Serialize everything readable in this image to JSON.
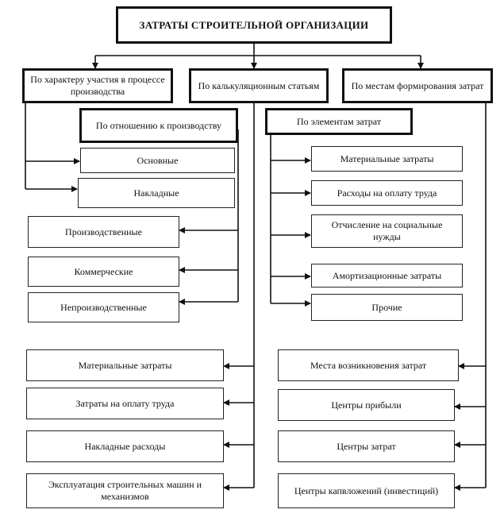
{
  "title": "ЗАТРАТЫ СТРОИТЕЛЬНОЙ ОРГАНИЗАЦИИ",
  "categories": {
    "participation": "По характеру  участия в процессе производства",
    "calculation": "По калькуляционным статьям",
    "formation_place": "По местам формирования затрат",
    "production_relation": "По отношению к производству",
    "cost_elements": "По элементам затрат"
  },
  "participation_items": [
    "Основные",
    "Накладные"
  ],
  "production_relation_items": [
    "Производственные",
    "Коммерческие",
    "Непроизводственные"
  ],
  "cost_element_items": [
    "Материальные затраты",
    "Расходы на оплату труда",
    "Отчисление на социальные нужды",
    "Амортизационные затраты",
    "Прочие"
  ],
  "calculation_items": [
    "Материальные затраты",
    "Затраты на оплату труда",
    "Накладные расходы",
    "Эксплуатация строительных машин и механизмов"
  ],
  "formation_place_items": [
    "Места возникновения затрат",
    "Центры прибыли",
    "Центры затрат",
    "Центры капвложений (инвестиций)"
  ]
}
